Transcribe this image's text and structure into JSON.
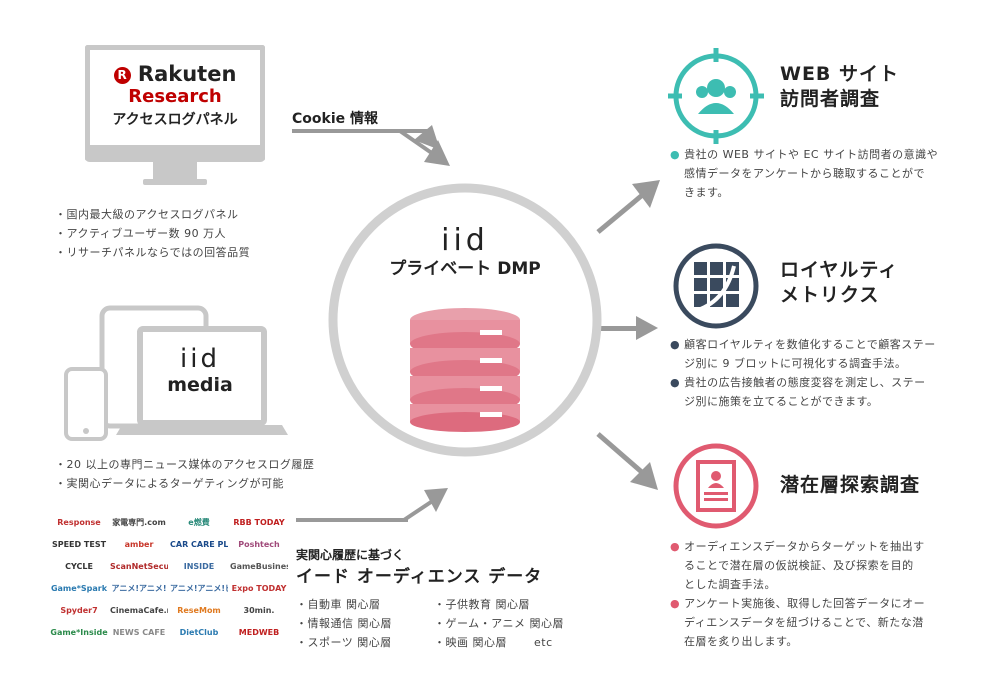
{
  "rakuten": {
    "brand_name": "Rakuten",
    "brand_sub": "Research",
    "brand_desc": "アクセスログパネル",
    "bullets": [
      "・国内最大級のアクセスログパネル",
      "・アクティブユーザー数 90 万人",
      "・リサーチパネルならではの回答品質"
    ]
  },
  "iid_media": {
    "logo_top": "iid",
    "logo_bottom": "media",
    "bullets": [
      "・20 以上の専門ニュース媒体のアクセスログ履歴",
      "・実関心データによるターゲティングが可能"
    ]
  },
  "cookie_label": "Cookie 情報",
  "center": {
    "logo": "iid",
    "title": "プライベート DMP"
  },
  "media_logos": [
    "Response",
    "家電専門.com",
    "e燃費",
    "RBB TODAY",
    "SPEED TEST",
    "amber",
    "CAR CARE PLUS",
    "Poshtech",
    "CYCLE",
    "ScanNetSecurity",
    "INSIDE",
    "GameBusiness",
    "Game*Spark",
    "アニメ!アニメ!",
    "アニメ!アニメ!ビズ",
    "Expo TODAY",
    "Spyder7",
    "CinemaCafe.net",
    "ReseMom",
    "30min.",
    "Game*Inside",
    "NEWS CAFE",
    "DietClub",
    "MEDWEB"
  ],
  "actual_data": {
    "subtitle": "実関心履歴に基づく",
    "title": "イード オーディエンス データ",
    "categories": [
      "・自動車 関心層",
      "・子供教育 関心層",
      "・情報通信 関心層",
      "・ゲーム・アニメ 関心層",
      "・スポーツ 関心層",
      "・映画 関心層",
      "etc"
    ]
  },
  "services": [
    {
      "title_line1": "WEB サイト",
      "title_line2": "訪問者調査",
      "color": "#3dbdb2",
      "icon": "visitor-icon",
      "bullets": [
        "● 貴社の WEB サイトや EC サイト訪問者の意識や",
        "感情データをアンケートから聴取することがで",
        "きます。"
      ]
    },
    {
      "title_line1": "ロイヤルティ",
      "title_line2": "メトリクス",
      "color": "#3a4a5e",
      "icon": "loyalty-grid-icon",
      "bullets": [
        "● 顧客ロイヤルティを数値化することで顧客ステー",
        "ジ別に 9 ブロットに可視化する調査手法。",
        "● 貴社の広告接触者の態度変容を測定し、ステー",
        "ジ別に施策を立てることができます。"
      ]
    },
    {
      "title_line1": "潜在層探索調査",
      "title_line2": "",
      "color": "#e05a70",
      "icon": "profile-doc-icon",
      "bullets": [
        "● オーディエンスデータからターゲットを抽出す",
        "ることで潜在層の仮説検証、及び探索を目的",
        "とした調査手法。",
        "● アンケート実施後、取得した回答データにオー",
        "ディエンスデータを紐づけることで、新たな潜",
        "在層を炙り出します。"
      ]
    }
  ]
}
